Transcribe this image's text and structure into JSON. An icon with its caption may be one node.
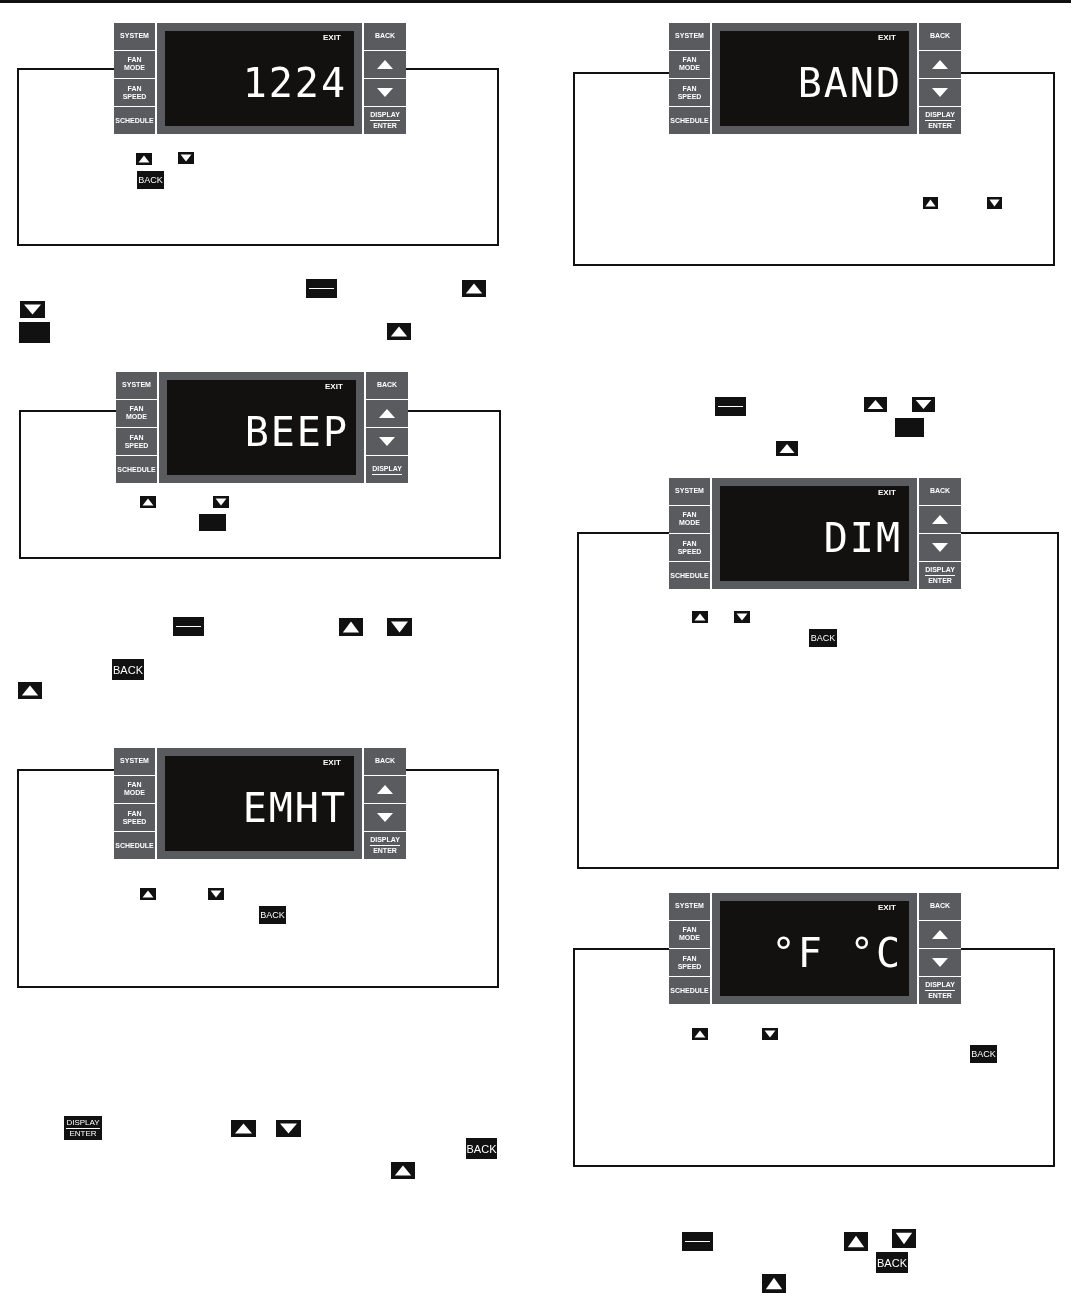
{
  "diagram": {
    "labels": [
      "SYSTEM",
      "FAN MODE",
      "FAN SPEED",
      "SCHEDULE",
      "EXIT",
      "1224",
      "BACK",
      "DISPLAY",
      "ENTER",
      "BACK",
      "SYSTEM",
      "FAN MODE",
      "FAN SPEED",
      "SCHEDULE",
      "EXIT",
      "BEEP",
      "BACK",
      "DISPLAY",
      "BACK",
      "SYSTEM",
      "FAN MODE",
      "FAN SPEED",
      "SCHEDULE",
      "EXIT",
      "EMHT",
      "BACK",
      "DISPLAY",
      "ENTER",
      "BACK",
      "DISPLAY",
      "ENTER",
      "BACK",
      "SYSTEM",
      "FAN MODE",
      "FAN SPEED",
      "SCHEDULE",
      "EXIT",
      "BAND",
      "BACK",
      "DISPLAY",
      "ENTER",
      "SYSTEM",
      "FAN MODE",
      "FAN SPEED",
      "SCHEDULE",
      "EXIT",
      "DIM",
      "BACK",
      "DISPLAY",
      "ENTER",
      "BACK",
      "SYSTEM",
      "FAN MODE",
      "FAN SPEED",
      "SCHEDULE",
      "EXIT",
      "°F °C",
      "BACK",
      "DISPLAY",
      "ENTER",
      "BACK",
      "BACK"
    ]
  }
}
